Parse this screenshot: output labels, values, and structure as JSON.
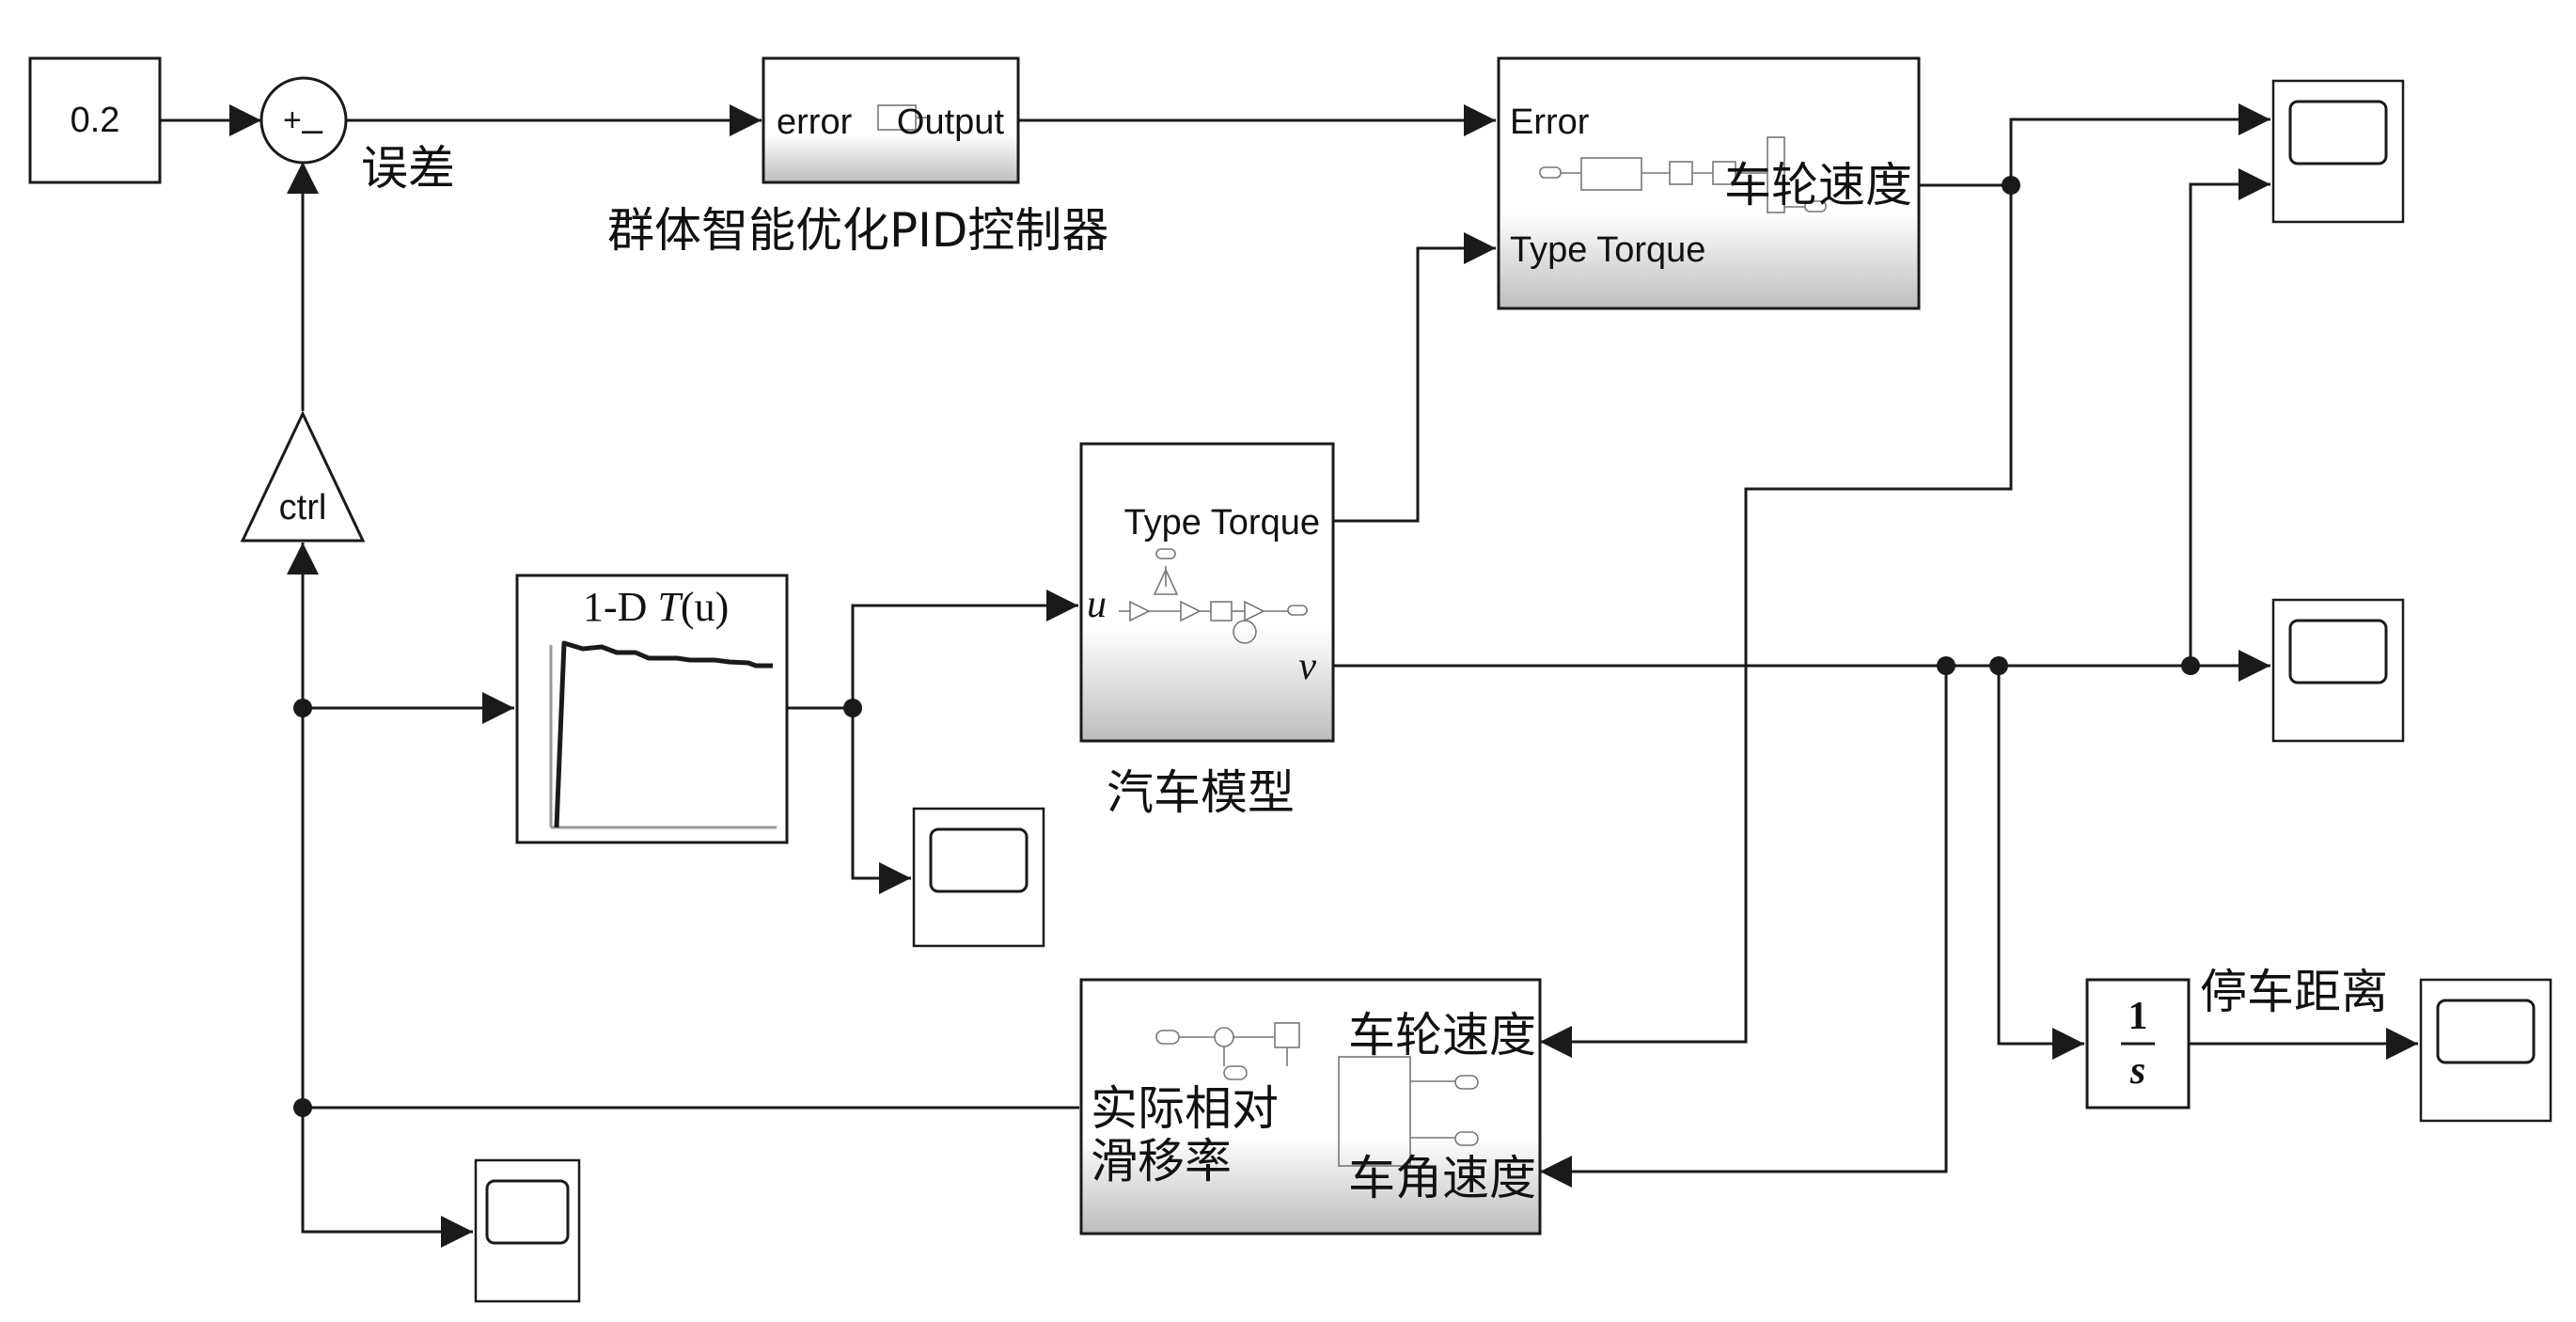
{
  "blocks": {
    "constant": {
      "value": "0.2"
    },
    "sum": {
      "signs": "+-",
      "label": "误差"
    },
    "pid": {
      "in_port": "error",
      "out_port": "Output",
      "label": "群体智能优化PID控制器"
    },
    "wheel_sub": {
      "in_port_1": "Error",
      "in_port_2": "Type Torque",
      "out_port": "车轮速度"
    },
    "gain": {
      "label": "ctrl"
    },
    "lookup": {
      "title_prefix": "1-D ",
      "title_func": "T",
      "title_arg": "(u)"
    },
    "car_model": {
      "out_port_1": "Type Torque",
      "in_port": "u",
      "out_port_2": "v",
      "label": "汽车模型"
    },
    "slip": {
      "in_port_1": "车轮速度",
      "in_port_2": "车角速度",
      "out_port_line1": "实际相对",
      "out_port_line2": "滑移率"
    },
    "integrator": {
      "numerator": "1",
      "denominator": "s",
      "label": "停车距离"
    }
  },
  "colors": {
    "line": "#1a1a1a",
    "block_fill": "#ffffff",
    "shade": "#bdbdbd"
  }
}
